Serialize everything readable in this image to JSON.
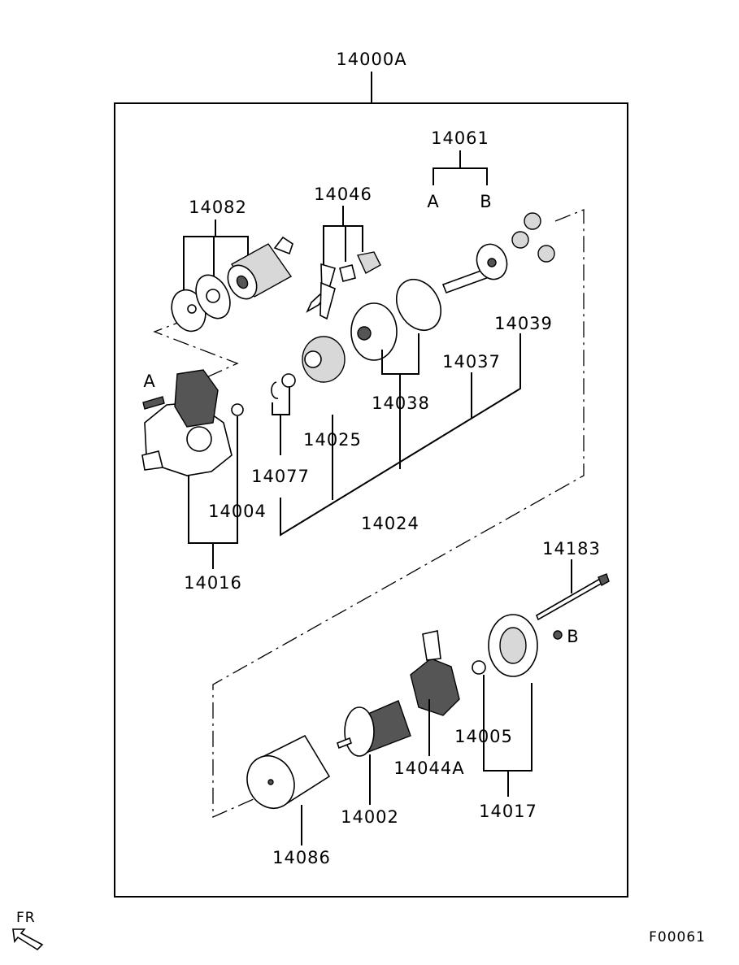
{
  "assembly_label": "14000A",
  "sub_labels": {
    "a": "A",
    "b": "B"
  },
  "parts": {
    "p14061": "14061",
    "p14082": "14082",
    "p14046": "14046",
    "p14039": "14039",
    "p14037": "14037",
    "p14038": "14038",
    "p14025": "14025",
    "p14077": "14077",
    "p14004": "14004",
    "p14024": "14024",
    "p14016": "14016",
    "p14183": "14183",
    "p14005": "14005",
    "p14044A": "14044A",
    "p14017": "14017",
    "p14002": "14002",
    "p14086": "14086"
  },
  "orientation_label": "FR",
  "figure_code": "F00061"
}
